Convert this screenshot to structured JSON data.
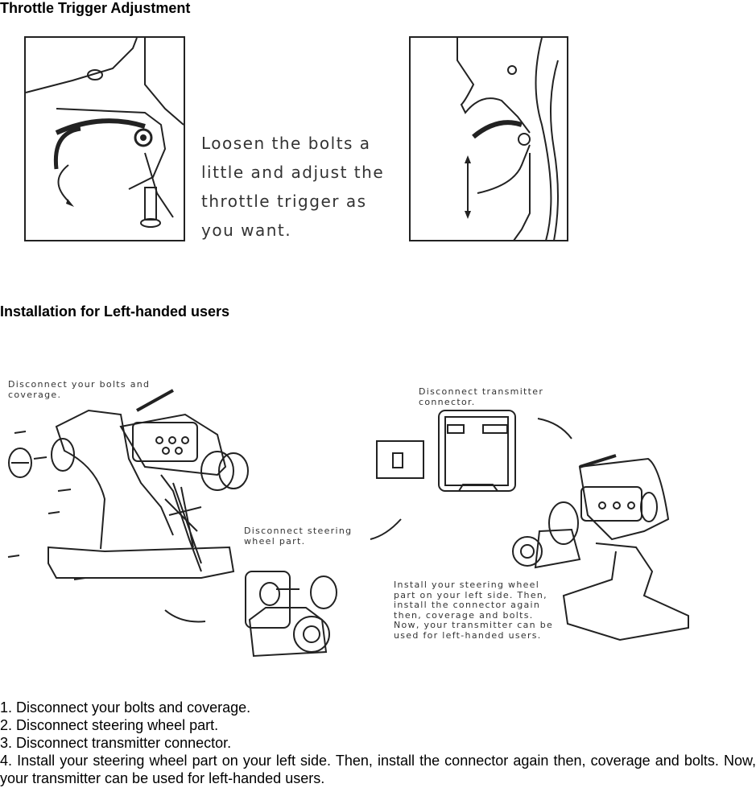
{
  "sections": {
    "throttle": {
      "title": "Throttle Trigger Adjustment",
      "caption_lines": [
        "Loosen the bolts a",
        "little and adjust the",
        "throttle trigger as",
        "you want."
      ]
    },
    "lefthanded": {
      "title": "Installation for Left-handed users",
      "callouts": {
        "bolts": [
          "Disconnect your bolts and",
          "coverage."
        ],
        "connector": [
          "Disconnect transmitter",
          "connector."
        ],
        "steering": [
          "Disconnect steering",
          "wheel part."
        ],
        "install": [
          "Install your steering wheel",
          "part on your left side. Then,",
          "install the connector again",
          "then, coverage and bolts.",
          "Now, your transmitter can be",
          "used for left-handed users."
        ]
      }
    }
  },
  "steps": [
    "1. Disconnect your bolts and coverage.",
    "2. Disconnect steering wheel part.",
    "3. Disconnect transmitter connector.",
    "4. Install your steering wheel part on your left side. Then, install the connector again then, coverage and bolts. Now, your transmitter can be used for left-handed users."
  ]
}
